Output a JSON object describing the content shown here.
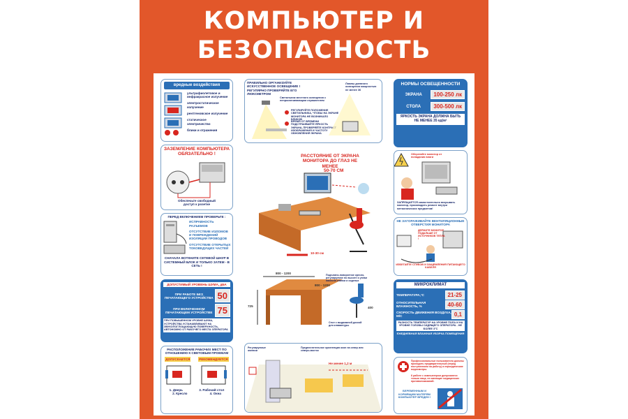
{
  "title": {
    "line1": "КОМПЬЮТЕР И",
    "line2": "БЕЗОПАСНОСТЬ"
  },
  "harmful": {
    "header": "вредные воздействия",
    "items": [
      "ультрафиолетовое и инфракрасное излучение",
      "электростатическое излучение",
      "рентгеновское излучение",
      "статическое электричество",
      "блики и отражения"
    ]
  },
  "lighting_tips": {
    "line1": "ПРАВИЛЬНО ОРГАНИЗУЙТЕ ИСКУССТВЕННОЕ ОСВЕЩЕНИЕ !",
    "line2": "РЕГУЛЯРНО ПРОВЕРЯЙТЕ ЕГО ЛЮКСМЕТРОМ",
    "note_top": "Лампы дневного освещения мощностью не менее 36",
    "tip1": "Светильник местного освещения с непросвечивающим отражателем",
    "tip2": "РЕГУЛИРУЙТЕ ПОЛОЖЕНИЕ СВЕТИЛЬНИКА, ЧТОБЫ НА ЭКРАНЕ МОНИТОРА НЕ ВОЗНИКАЛО БЛИКОВ",
    "tip3": "ВРЕМЯ ОТ ВРЕМЕНИ ПОДСТРАИВАЙТЕ ЯРКОСТЬ ЭКРАНА, ПРОВЕРЯЙТЕ КОНТРАСТ ИЗОБРАЖЕНИЯ И ЧАСТОТУ ОБНОВЛЕНИЯ ЭКРАНА"
  },
  "illumination": {
    "header": "НОРМЫ ОСВЕЩЕННОСТИ",
    "screen_label": "ЭКРАНА",
    "screen_value": "100-250 лк",
    "desk_label": "СТОЛА",
    "desk_value": "300-500 лк",
    "brightness": "ЯРКОСТЬ ЭКРАНА ДОЛЖНА БЫТЬ НЕ МЕНЕЕ 35 кд/м²"
  },
  "grounding": {
    "header": "ЗАЗЕМЛЕНИЕ КОМПЬЮТЕРА ОБЯЗАТЕЛЬНО !",
    "caption": "Обеспечьте свободный доступ к розетке"
  },
  "workplace": {
    "distance_title": "РАССТОЯНИЕ ОТ ЭКРАНА МОНИТОРА ДО ГЛАЗ НЕ МЕНЕЕ",
    "distance_value": "50-70 СМ",
    "knee_gap": "10-30 см",
    "dim_width": "800 - 1200",
    "dim_depth": "800 - 1200",
    "dim_height": "725",
    "dim_chair": "400",
    "chair_note": "Подъемно-поворотное кресло, регулируемое по высоте и углам наклона спинки и сиденья",
    "table_note": "Стол с выдвижной доской для клавиатуры"
  },
  "opening_monitor": {
    "header": "Оберегайте монитор от попадания влаги",
    "warning": "ЗАПРЕЩАЕТСЯ самостоятельно вскрывать монитор, производить ремонт внутри металлических предметов!"
  },
  "check_before": {
    "header": "ПЕРЕД ВКЛЮЧЕНИЕМ ПРОВЕРЬТЕ :",
    "items": [
      "ИСПРАВНОСТЬ РАЗЪЕМОВ",
      "ОТСУТСТВИЕ ИЗЛОМОВ И ПОВРЕЖДЕНИЙ ИЗОЛЯЦИИ ПРОВОДОВ",
      "ОТСУТСТВИЕ ОТКРЫТЫХ ТОКОВЕДУЩИХ ЧАСТЕЙ"
    ],
    "footer": "СНАЧАЛА ВОТКНИТЕ СЕТЕВОЙ ШНУР В СИСТЕМНЫЙ БЛОК И ТОЛЬКО ЗАТЕМ - В СЕТЬ !"
  },
  "ventilation": {
    "header": "НЕ ЗАГОРАЖИВАЙТЕ ВЕНТИЛЯЦИОННЫЕ ОТВЕРСТИЯ МОНИТОРА",
    "note": "ДЕРЖИТЕ МОНИТОР ПОДАЛЬШЕ ОТ ИСТОЧНИКОВ ТЕПЛА !",
    "footer": "ИЗБЕГАЙТЕ СГИБОВ И ЗАЩЕМЛЕНИЯ ПИТАЮЩЕГО КАБЕЛЯ"
  },
  "noise": {
    "header": "ДОПУСТИМЫЙ УРОВЕНЬ ШУМА, дБА",
    "row1_label": "ПРИ РАБОТЕ БЕЗ ПЕЧАТАЮЩЕГО УСТРОЙСТВА",
    "row1_value": "50",
    "row2_label": "ПРИ ВКЛЮЧЕННОМ ПЕЧАТАЮЩЕМ УСТРОЙСТВЕ",
    "row2_value": "75",
    "footer": "ПРИ ПОВЫШЕННОМ УРОВНЕ ШУМА, УСТРОЙСТВА УСТАНАВЛИВАЮТ НА ЗВУКОПОГЛОЩАЮЩУЮ ПОВЕРХНОСТЬ, АВТОНОМНО ОТ РАБОЧЕГО МЕСТА ОПЕРАТОРА"
  },
  "microclimate": {
    "header": "МИКРОКЛИМАТ",
    "rows": [
      {
        "label": "ТЕМПЕРАТУРА,°С",
        "value": "21-25"
      },
      {
        "label": "ОТНОСИТЕЛЬНАЯ ВЛАЖНОСТЬ, %",
        "value": "40-60"
      },
      {
        "label": "СКОРОСТЬ ДВИЖЕНИЯ ВОЗДУХА, М/С",
        "value": "0,1"
      }
    ],
    "footer": "РАЗНОСТЬ ТЕМПЕРАТУР НА УРОВНЕ ПОЛА И НА УРОВНЕ ГОЛОВЫ СИДЯЩЕГО ОПЕРАТОРА - НЕ БОЛЕЕ 3°С",
    "footer2": "ЕЖЕДНЕВНАЯ ВЛАЖНАЯ УБОРКА ПОМЕЩЕНИЯ"
  },
  "room_layout": {
    "header": "РАСПОЛОЖЕНИЕ РАБОЧИХ МЕСТ ПО ОТНОШЕНИЮ К СВЕТОВЫМ ПРОЕМАМ",
    "allowed": "ДОПУСКАЕТСЯ",
    "recommended": "РЕКОМЕНДУЕТСЯ",
    "legend1": "1. Дверь",
    "legend2": "3. Рабочий стол",
    "legend3": "2. Кресло",
    "legend4": "4. Окна"
  },
  "office": {
    "label1": "Регулируемые жалюзи",
    "label2": "Предпочтительное ориентация окон на север или северо-восток",
    "distance": "Не менее 1,2 м"
  },
  "medical": {
    "text1": "Профессиональные пользователи должны проходить предварительный (перед поступлением на работу) и периодические медосмотры.",
    "text2": "К работе с компьютером допускаются только лица, не имеющие медицинских противопоказаний.",
    "pregnant": "БЕРЕМЕННЫМ И КОРМЯЩИМ МАТЕРЯМ КОМПЬЮТЕР ВРЕДЕН !"
  },
  "colors": {
    "poster_orange": "#e2572a",
    "panel_blue": "#2b6fb6",
    "warning_red": "#d8261f"
  }
}
